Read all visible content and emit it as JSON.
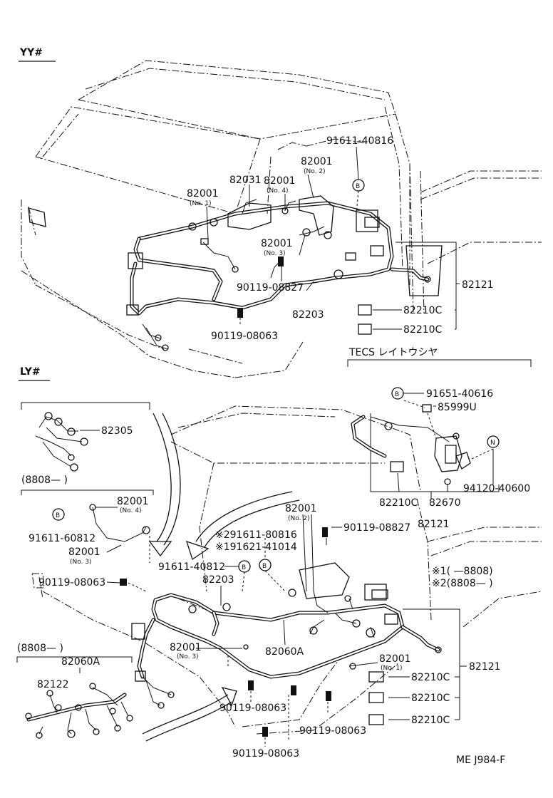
{
  "sections": {
    "yy": "YY#",
    "ly": "LY#",
    "tecs": "TECS  レイトウシヤ"
  },
  "yy_labels": {
    "p82031": "82031",
    "p82001_no1": "82001",
    "p82001_no1_sub": "(No. 1)",
    "p82001_no4": "82001",
    "p82001_no4_sub": "(No. 4)",
    "p82001_no2": "82001",
    "p82001_no2_sub": "(No. 2)",
    "p91611_40816": "91611-40816",
    "p82001_no3": "82001",
    "p82001_no3_sub": "(No. 3)",
    "p90119_08827": "90119-08827",
    "p82203": "82203",
    "p90119_08063": "90119-08063",
    "p82121": "82121",
    "p82210c_a": "82210C",
    "p82210c_b": "82210C"
  },
  "tecs_labels": {
    "p91651_40616": "91651-40616",
    "p85999u": "85999U",
    "p94120_40600": "94120-40600",
    "p82210c": "82210C",
    "p82670": "82670",
    "p82121": "82121"
  },
  "ly_labels": {
    "p82305": "82305",
    "date1": "(8808—    )",
    "p82001_no4": "82001",
    "p82001_no4_sub": "(No. 4)",
    "p91611_60812": "91611-60812",
    "p82001_no3a": "82001",
    "p82001_no3a_sub": "(No. 3)",
    "p90119_08063_a": "90119-08063",
    "p82001_no2": "82001",
    "p82001_no2_sub": "(No. 2)",
    "star2_91611_80816": "※291611-80816",
    "star1_91621_41014": "※191621-41014",
    "p91611_40812": "91611-40812",
    "p90119_08827": "90119-08827",
    "note1": "※1(      —8808)",
    "note2": "※2(8808—          )",
    "p82203": "82203",
    "date2": "(8808—       )",
    "p82060a_a": "82060A",
    "p82122": "82122",
    "p82001_no3b": "82001",
    "p82001_no3b_sub": "(No. 3)",
    "p82060a_b": "82060A",
    "p82001_no1": "82001",
    "p82001_no1_sub": "(No. 1)",
    "p82121": "82121",
    "p82210c_a": "82210C",
    "p82210c_b": "82210C",
    "p82210c_c": "82210C",
    "p90119_08063_b": "90119-08063",
    "p90119_08063_c": "90119-08063",
    "p90119_08063_d": "90119-08063"
  },
  "footer": {
    "code": "ME J984-F"
  },
  "marker_letters": {
    "b": "B",
    "n": "N"
  }
}
